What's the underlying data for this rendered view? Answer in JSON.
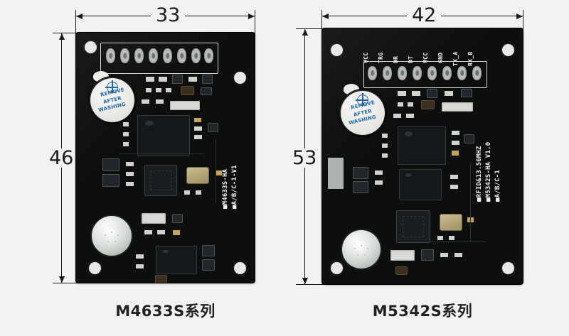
{
  "page": {
    "background_color": "#f2f2f2",
    "board_color": "#0d0f0e",
    "silkscreen_color": "#f0f0ee",
    "dimension_color": "#1a1a1a",
    "buzzer_text_color": "#1e63a8"
  },
  "modules": [
    {
      "id": "m4633s",
      "caption": "M4633S系列",
      "width_mm": "33",
      "height_mm": "46",
      "silkscreen": [
        "■M4633S-HA",
        "■A/B/C-1-V1"
      ],
      "buzzer": {
        "line1": "REMOVE",
        "line2": "AFTER",
        "line3": "WASHING"
      },
      "pin_count": 8,
      "pin_labels": []
    },
    {
      "id": "m5342s",
      "caption": "M5342S系列",
      "width_mm": "42",
      "height_mm": "53",
      "silkscreen": [
        "■RFID&13.56MHZ",
        "■M5342S-HA V1.0",
        "■A/B/C-1"
      ],
      "buzzer": {
        "line1": "REMOVE",
        "line2": "AFTER",
        "line3": "WASHING"
      },
      "pin_count": 8,
      "pin_labels": [
        "VCC",
        "TRG",
        "DR",
        "DT",
        "VCC",
        "GND",
        "TX_A",
        "RX_B"
      ]
    }
  ]
}
